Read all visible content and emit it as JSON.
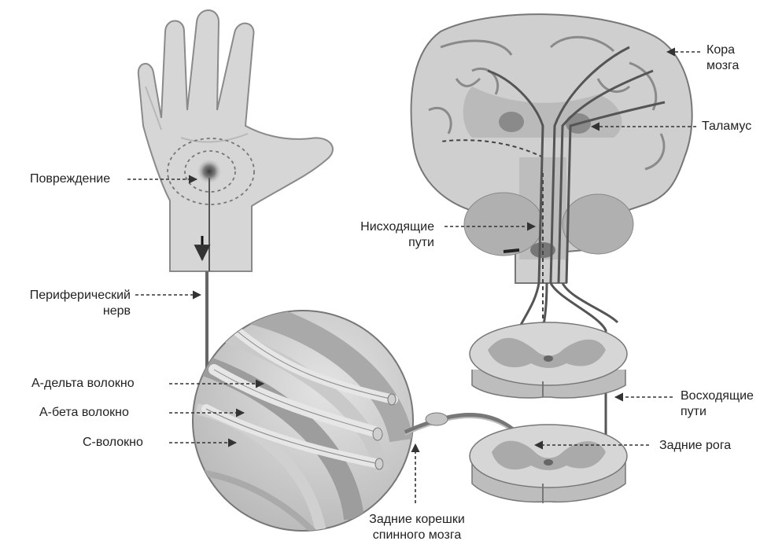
{
  "labels": {
    "cortex_line1": "Кора",
    "cortex_line2": "мозга",
    "thalamus": "Таламус",
    "injury": "Повреждение",
    "descending_line1": "Нисходящие",
    "descending_line2": "пути",
    "peripheral_line1": "Периферический",
    "peripheral_line2": "нерв",
    "a_delta": "А-дельта волокно",
    "a_beta": "А-бета волокно",
    "c_fiber": "С-волокно",
    "ascending_line1": "Восходящие",
    "ascending_line2": "пути",
    "dorsal_horn": "Задние рога",
    "dorsal_root_line1": "Задние корешки",
    "dorsal_root_line2": "спинного мозга"
  },
  "colors": {
    "background": "#ffffff",
    "tissue_light": "#d9d9d9",
    "tissue_mid": "#bdbdbd",
    "tissue_dark": "#8f8f8f",
    "outline": "#6e6e6e",
    "arrow": "#333333",
    "lesion": "#555555"
  }
}
